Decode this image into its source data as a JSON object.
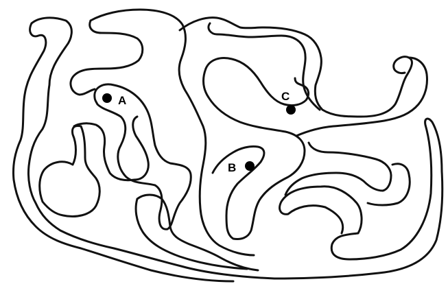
{
  "markers": {
    "a": {
      "label": "A",
      "color": "#000000"
    },
    "b": {
      "label": "B",
      "color": "#000000"
    },
    "c": {
      "label": "C",
      "color": "#000000"
    }
  },
  "colors": {
    "background": "#ffffff",
    "line": "#111111"
  }
}
